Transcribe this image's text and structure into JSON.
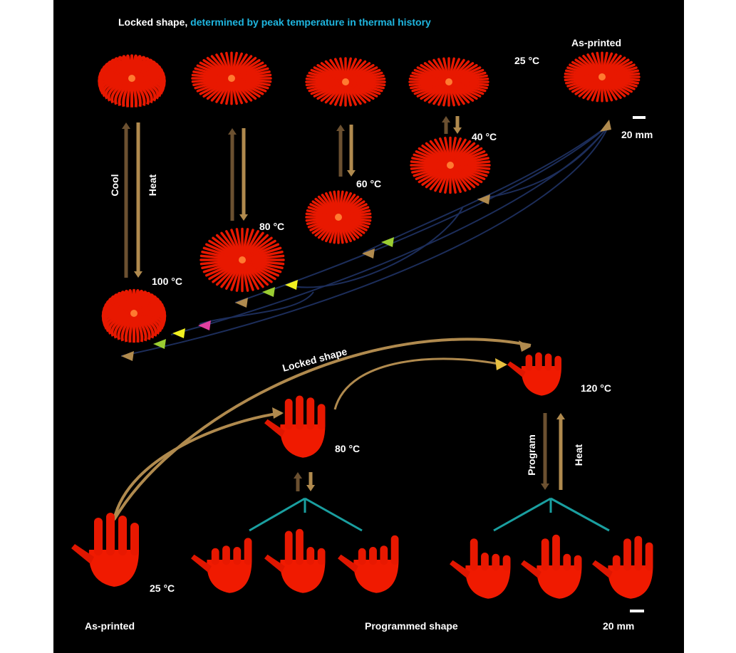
{
  "title": {
    "prefix": "Locked shape,",
    "highlight": "determined by peak temperature in thermal history"
  },
  "top": {
    "as_printed": "As-printed",
    "t25": "25 °C",
    "t40": "40 °C",
    "t60": "60 °C",
    "t80": "80 °C",
    "t100": "100 °C",
    "cool": "Cool",
    "heat": "Heat",
    "scale": "20 mm"
  },
  "bottom": {
    "locked_shape": "Locked shape",
    "t120": "120 °C",
    "t80": "80 °C",
    "t25": "25 °C",
    "program": "Program",
    "heat": "Heat",
    "as_printed": "As-printed",
    "programmed_shape": "Programmed shape",
    "scale": "20 mm"
  },
  "colors": {
    "flower": "#e81800",
    "arrow": "#b08a4e",
    "cyan": "#1fb6e0",
    "teal": "#1a9fa0",
    "navy": "#1c2d5a"
  }
}
